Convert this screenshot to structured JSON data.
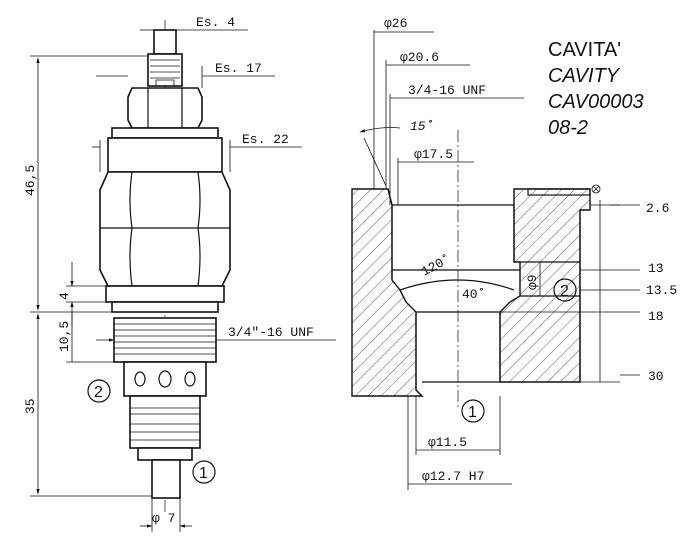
{
  "title_lines": [
    "CAVITA'",
    "CAVITY",
    "CAV00003",
    "08-2"
  ],
  "valve": {
    "dims": {
      "es4": "Es. 4",
      "es17": "Es. 17",
      "es22": "Es. 22",
      "thread": "3/4\"-16 UNF",
      "len_46_5": "46,5",
      "len_4": "4",
      "len_10_5": "10,5",
      "len_35": "35",
      "dia_7": "φ 7"
    },
    "ports": {
      "p1": "1",
      "p2": "2"
    }
  },
  "cavity": {
    "dims": {
      "d26": "φ26",
      "d20_6": "φ20.6",
      "thread": "3/4-16 UNF",
      "angle15": "15˚",
      "d17_5": "φ17.5",
      "angle120": "120˚",
      "angle40": "40˚",
      "d9": "φ9",
      "d11_5": "φ11.5",
      "d12_7": "φ12.7 H7",
      "depth_2_6": "2.6",
      "depth_13": "13",
      "depth_13_5": "13.5",
      "depth_18": "18",
      "depth_30": "30"
    },
    "ports": {
      "p1": "1",
      "p2": "2"
    }
  }
}
